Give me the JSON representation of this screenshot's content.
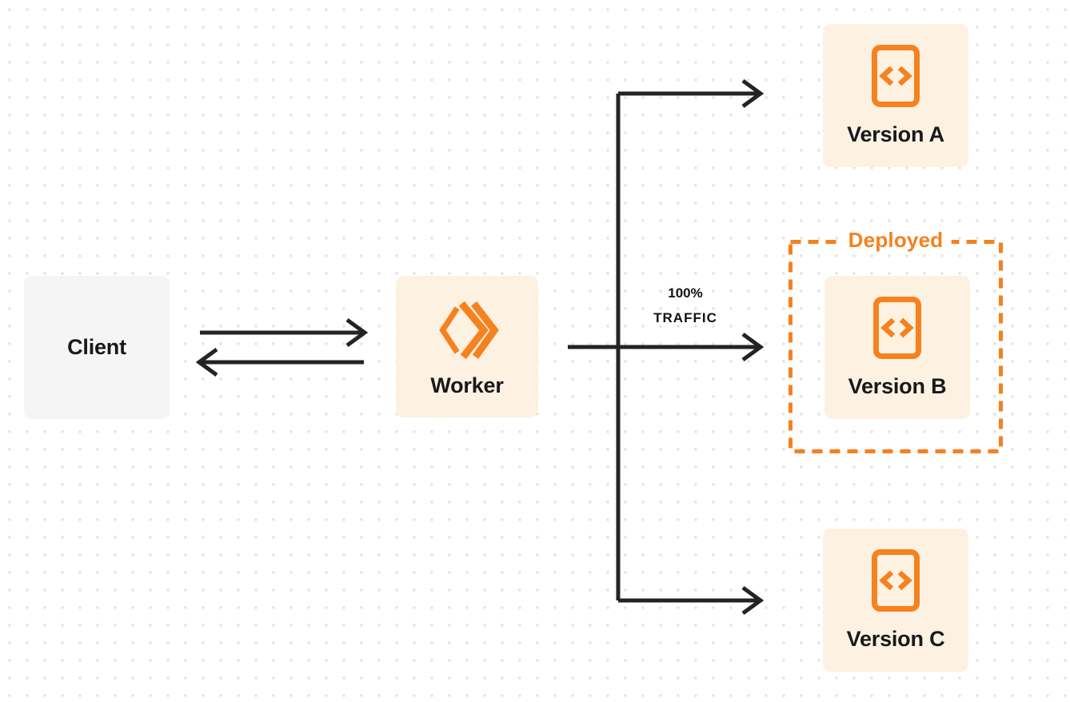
{
  "title": "Worker version traffic routing diagram",
  "nodes": {
    "client": {
      "label": "Client"
    },
    "worker": {
      "label": "Worker",
      "icon": "workers-logo-icon"
    },
    "version_a": {
      "label": "Version A",
      "icon": "code-file-icon"
    },
    "version_b": {
      "label": "Version B",
      "icon": "code-file-icon"
    },
    "version_c": {
      "label": "Version C",
      "icon": "code-file-icon"
    }
  },
  "annotations": {
    "deployed": "Deployed",
    "traffic_pct": "100%",
    "traffic_word": "TRAFFIC"
  },
  "edges": [
    {
      "from": "client",
      "to": "worker",
      "type": "bidirectional"
    },
    {
      "from": "worker",
      "to": "version_a",
      "type": "arrow"
    },
    {
      "from": "worker",
      "to": "version_b",
      "type": "arrow",
      "label": "100% TRAFFIC"
    },
    {
      "from": "worker",
      "to": "version_c",
      "type": "arrow"
    }
  ],
  "deployed_region_contains": "version_b",
  "colors": {
    "accent_orange": "#f4811f",
    "node_cream": "#fdf1e2",
    "client_gray": "#f5f5f6",
    "arrow_dark": "#232323",
    "label_dark": "#17191a",
    "dot_gray": "#e3e3e6",
    "background": "#ffffff"
  }
}
